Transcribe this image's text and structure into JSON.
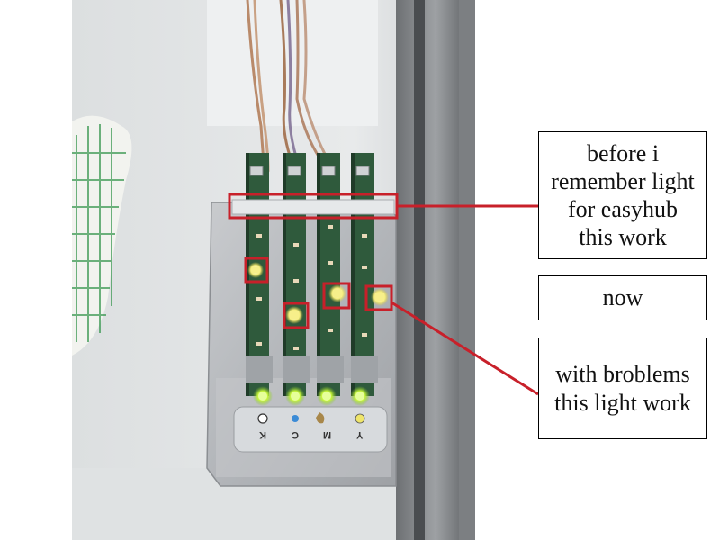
{
  "callouts": {
    "before": "before i\nremember light\nfor easyhub\nthis work",
    "now": "now",
    "with_problems": "with broblems\nthis light work"
  },
  "slot_labels": [
    "K",
    "C",
    "M",
    "Y"
  ],
  "colors": {
    "annotation_red": "#c8202a",
    "led_green": "#c6f53a",
    "led_yellow": "#f4ec7a",
    "pcb_green": "#2f5a3c",
    "metal": "#b9bcc0"
  }
}
